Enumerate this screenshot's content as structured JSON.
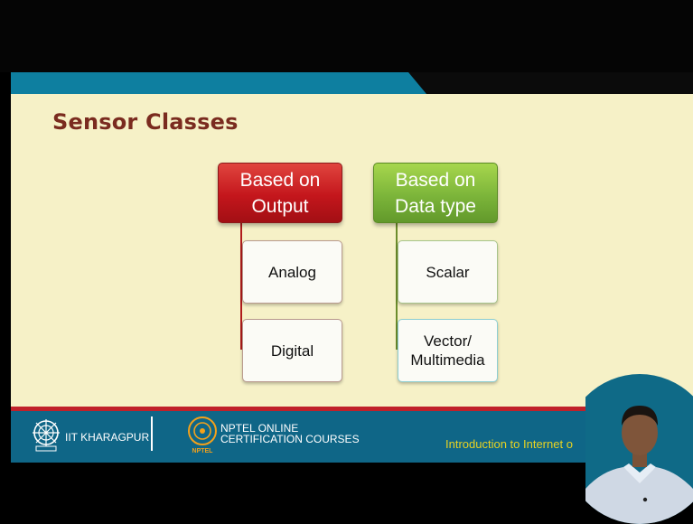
{
  "slide": {
    "title": "Sensor Classes"
  },
  "diagram": {
    "groups": [
      {
        "heading_line1": "Based on",
        "heading_line2": "Output",
        "color": "#c4161c",
        "items": [
          "Analog",
          "Digital"
        ]
      },
      {
        "heading_line1": "Based on",
        "heading_line2": "Data type",
        "color": "#7cb53a",
        "items": [
          "Scalar",
          "Vector/",
          "Multimedia"
        ]
      }
    ]
  },
  "footer": {
    "institute": "IIT KHARAGPUR",
    "nptel_line1": "NPTEL ONLINE",
    "nptel_line2": "CERTIFICATION COURSES",
    "nptel_logo_text": "NPTEL",
    "course": "Introduction to Internet o",
    "band_color": "#0f6687",
    "accent_color": "#c0212a"
  },
  "colors": {
    "slide_background": "#f6f1c7",
    "title": "#7a2b1f",
    "header_band": "#0e7fa0"
  },
  "presenter": {
    "icon": "presenter-video-feed"
  }
}
